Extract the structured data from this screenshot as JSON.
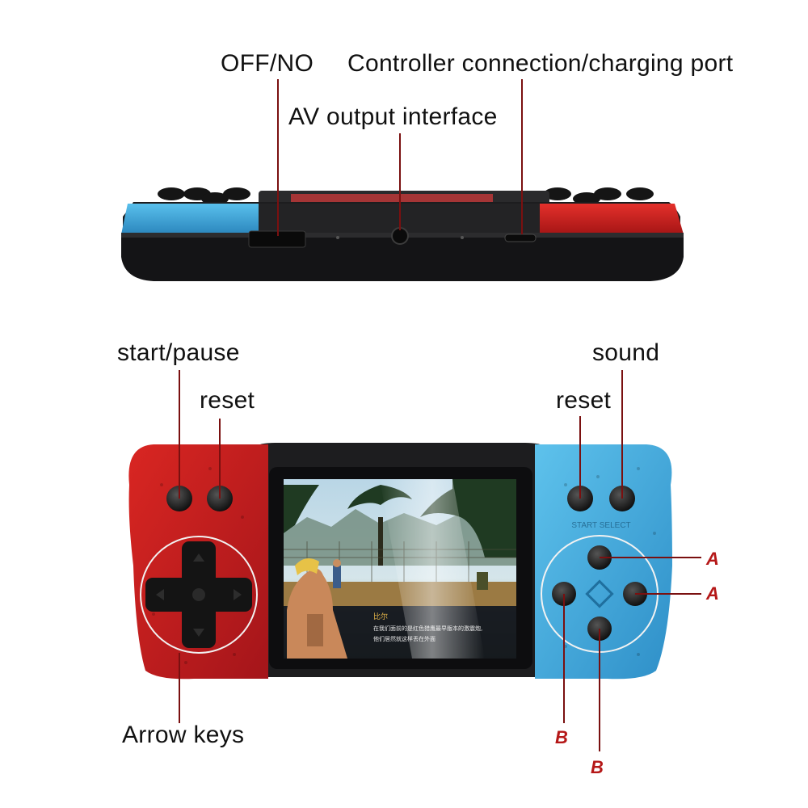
{
  "labels": {
    "off_no": "OFF/NO",
    "controller_port": "Controller connection/charging port",
    "av_output": "AV output interface",
    "start_pause": "start/pause",
    "reset_left": "reset",
    "sound": "sound",
    "reset_right": "reset",
    "arrow_keys": "Arrow keys"
  },
  "buttons": {
    "a_top": "A",
    "a_right": "A",
    "b_left": "B",
    "b_bottom": "B"
  },
  "device_print": {
    "start_select": "START SELECT"
  },
  "game_screen": {
    "character_name": "比尔",
    "dialog_line1": "在我们面前的是红色猎鹰最早版本的激震炮,",
    "dialog_line2": "他们居然就这样丢在外面"
  },
  "colors": {
    "callout_line": "#7a1010",
    "body_red": "#c8201e",
    "body_blue": "#3aa6d8",
    "body_black": "#1b1b1d"
  }
}
